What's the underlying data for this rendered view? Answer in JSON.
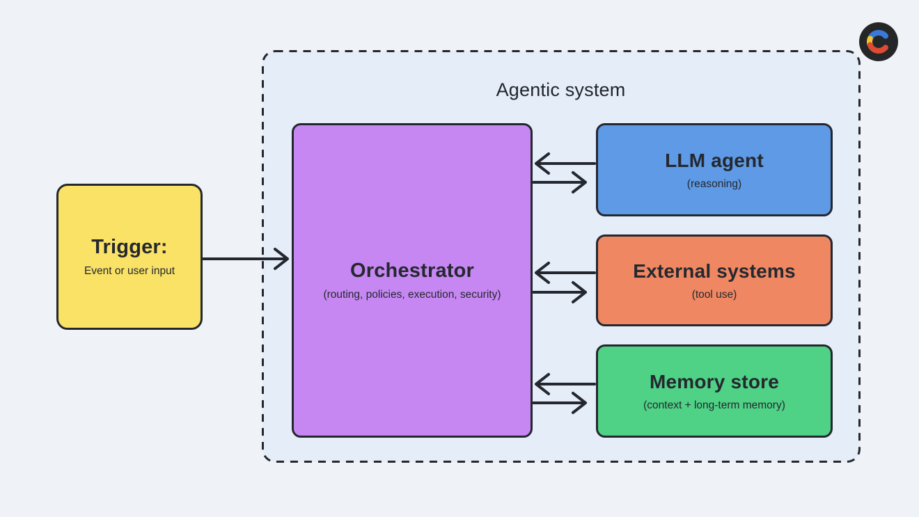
{
  "page": {
    "background_color": "#EFF2F6",
    "container_fill": "#E4EDF8",
    "stroke_color": "#24272E"
  },
  "logo": {
    "name": "brand-logo-c",
    "circle_color": "#242628",
    "segment_colors": {
      "top": "#3B78DB",
      "left": "#F2C52C",
      "bottom": "#DD4B32"
    }
  },
  "container": {
    "title": "Agentic system"
  },
  "nodes": {
    "trigger": {
      "title": "Trigger:",
      "subtitle": "Event or user input",
      "color": "#F9E266"
    },
    "orchestrator": {
      "title": "Orchestrator",
      "subtitle": "(routing, policies, execution, security)",
      "color": "#C687F3"
    },
    "llm": {
      "title": "LLM agent",
      "subtitle": "(reasoning)",
      "color": "#5E9AE6"
    },
    "external": {
      "title": "External systems",
      "subtitle": "(tool use)",
      "color": "#EF8763"
    },
    "memory": {
      "title": "Memory store",
      "subtitle": "(context + long-term memory)",
      "color": "#4FD186"
    }
  },
  "arrows": [
    {
      "name": "trigger-to-orchestrator",
      "direction": "right"
    },
    {
      "name": "llm-to-orchestrator",
      "direction": "left"
    },
    {
      "name": "orchestrator-to-llm",
      "direction": "right"
    },
    {
      "name": "external-to-orchestrator",
      "direction": "left"
    },
    {
      "name": "orchestrator-to-external",
      "direction": "right"
    },
    {
      "name": "memory-to-orchestrator",
      "direction": "left"
    },
    {
      "name": "orchestrator-to-memory",
      "direction": "right"
    }
  ]
}
